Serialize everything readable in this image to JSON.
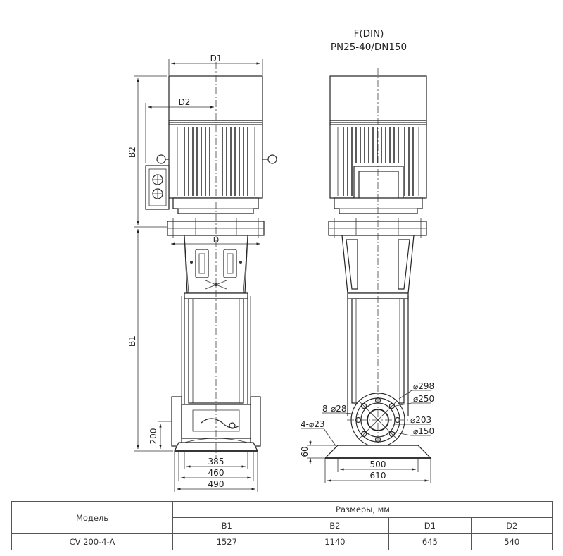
{
  "left_view": {
    "dims": {
      "d1": "D1",
      "d2": "D2",
      "b2": "B2",
      "b1": "B1",
      "d": "D",
      "h200": "200",
      "w385": "385",
      "w460": "460",
      "w490": "490"
    }
  },
  "right_view": {
    "title_line1": "F(DIN)",
    "title_line2": "PN25-40/DN150",
    "callouts": {
      "phi298": "⌀298",
      "phi250": "⌀250",
      "holes": "8-⌀28",
      "phi203": "⌀203",
      "base_holes": "4-⌀23",
      "phi150": "⌀150"
    },
    "dims": {
      "h60": "60",
      "w500": "500",
      "w610": "610"
    }
  },
  "table": {
    "model_header": "Модель",
    "group_header": "Размеры, мм",
    "columns": [
      "B1",
      "B2",
      "D1",
      "D2"
    ],
    "rows": [
      {
        "model": "CV 200-4-A",
        "values": [
          "1527",
          "1140",
          "645",
          "540"
        ]
      }
    ]
  }
}
